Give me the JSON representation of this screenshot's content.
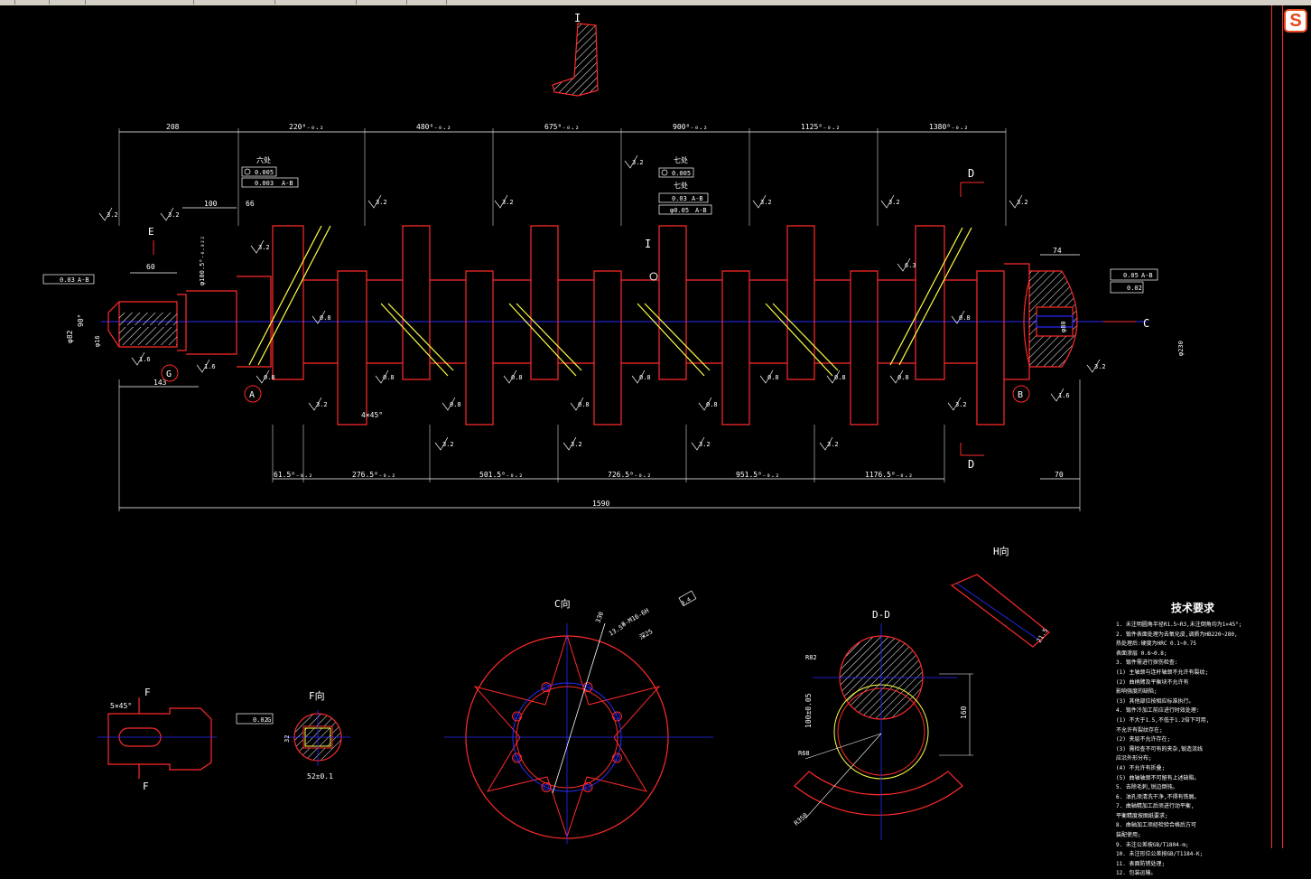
{
  "app": {
    "sogou_badge": "S"
  },
  "colors": {
    "background": "#000000",
    "outline": "#ff2a2a",
    "centerline": "#2a2aff",
    "dimension": "#ffffff",
    "hatch": "#ffffff",
    "highlight": "#ffff40"
  },
  "views": {
    "detail_I": "I",
    "section_D_top": "D",
    "section_D_bottom": "D",
    "view_C": "C",
    "view_E": "E",
    "datum_A": "A",
    "datum_B": "B",
    "datum_G": "G",
    "view_F_arrow_top": "F",
    "view_F_arrow_bottom": "F",
    "view_F_title": "F向",
    "view_C_title": "C向",
    "view_H_title": "H向",
    "section_DD_title": "D-D",
    "leader_I": "I"
  },
  "dims_top": [
    "208",
    "220⁰₋₀.₂",
    "480⁰₋₀.₂",
    "675⁰₋₀.₂",
    "900⁰₋₀.₂",
    "1125⁰₋₀.₂",
    "1380⁰₋₀.₂"
  ],
  "dims_bottom": [
    "61.5⁰₋₀.₂",
    "276.5⁰₋₀.₂",
    "501.5⁰₋₀.₂",
    "726.5⁰₋₀.₂",
    "951.5⁰₋₀.₂",
    "1176.5⁰₋₀.₂"
  ],
  "dims_misc": {
    "overall": "1590",
    "left_143": "143",
    "left_100": "100",
    "left_60": "60",
    "left_66": "66",
    "right_74": "74",
    "right_70": "70",
    "chamfer": "4×45°",
    "f_chamfer": "5×45°",
    "f_dim": "52±0.1",
    "f_32": "32",
    "dd_100": "100±0.05",
    "dd_160": "160",
    "dd_r82": "R82",
    "dd_r68": "R68",
    "dd_r350": "R350",
    "h_dim": "21.5",
    "c_bolt": "8-M16-6H",
    "c_depth": "深25",
    "c_angle": "13.5°",
    "c_330": "330",
    "d_left": "φ80",
    "d_main": "φ100.5⁰₋₀.₀₂₂",
    "d_right": "φ230",
    "left_angle": "90°",
    "left_dia": "φ82",
    "left_dia2": "φ16"
  },
  "tolerance_frames": {
    "six_places_label": "六处",
    "six_round": "0.005",
    "six_parallel": "0.003",
    "six_ref": "A-B",
    "seven_label_1": "七处",
    "seven_round": "0.005",
    "seven_label_2": "七处",
    "seven_runout": "0.03",
    "seven_runout_ref": "A-B",
    "seven_pos": "φ0.05",
    "seven_pos_ref": "A-B",
    "left_runout": "0.03",
    "left_ref": "A-B",
    "right_runout": "0.05",
    "right_ref": "A-B",
    "right_flat": "0.02",
    "f_frame": "0.02",
    "f_ref": "G",
    "c_frame": "0.4"
  },
  "roughness": [
    "3.2",
    "1.6",
    "0.8",
    "6.3"
  ],
  "tech_requirements": {
    "title": "技术要求",
    "lines": [
      "1. 未注明圆角半径R1.5~R3,未注倒角均为1×45°;",
      "2. 锻件表面处理为去氧化皮,调质为HB220~280,",
      "   热处理后:硬度为HRC 0.1~0.75",
      "   表面渗层 0.6~0.8;",
      "3. 锻件需进行探伤检查:",
      "  (1) 主轴颈与连杆轴颈不允许有裂纹;",
      "  (2) 曲柄臂及平衡块不允许有",
      "      影响强度的缺陷;",
      "  (3) 其他部位按相应标准执行。",
      "4. 锻件冷加工前应进行时效处理:",
      "  (1) 不大于1.5,不低于1.2倍下可用,",
      "      不允许有裂纹存在;",
      "  (2) 夹层不允许存在;",
      "  (3) 需检查不可有的夹杂,锻造流线",
      "      应沿外形分布;",
      "  (4) 不允许有折叠;",
      "  (5) 曲轴轴颈不可留有上述缺陷。",
      "5. 去除毛刺,锐边倒钝。",
      "6. 油孔须清洗干净,不得有铁屑。",
      "7. 曲轴精加工后须进行动平衡,",
      "   平衡精度按图纸要求;",
      "8. 曲轴加工须经检验合格后方可",
      "   装配使用;",
      "9. 未注公差按GB/T1804-m;",
      "10. 未注形位公差按GB/T1184-K;",
      "11. 表面防锈处理;",
      "12. 包装运输。"
    ]
  }
}
